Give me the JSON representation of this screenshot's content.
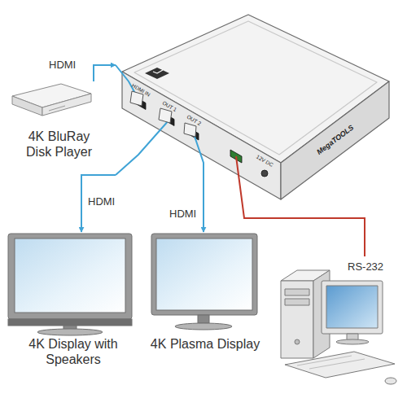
{
  "diagram": {
    "nodes": [
      {
        "text": [
          "4K BluRay Disk Player"
        ]
      },
      {
        "text": [
          "HDMI IN",
          "OUT 1",
          "OUT 2",
          "12V DC",
          "MegaTOOLS"
        ]
      },
      {
        "text": [
          "4K Display with Speakers"
        ]
      },
      {
        "text": [
          "4K Plasma Display"
        ]
      }
    ],
    "edges": [
      {
        "from": 0,
        "to": 1,
        "arrow": "to",
        "label": "HDMI"
      },
      {
        "from": 1,
        "to": 2,
        "arrow": "to",
        "label": "HDMI"
      },
      {
        "from": 1,
        "to": 3,
        "arrow": "to",
        "label": "HDMI"
      }
    ],
    "labels": [
      "RS-232"
    ]
  }
}
